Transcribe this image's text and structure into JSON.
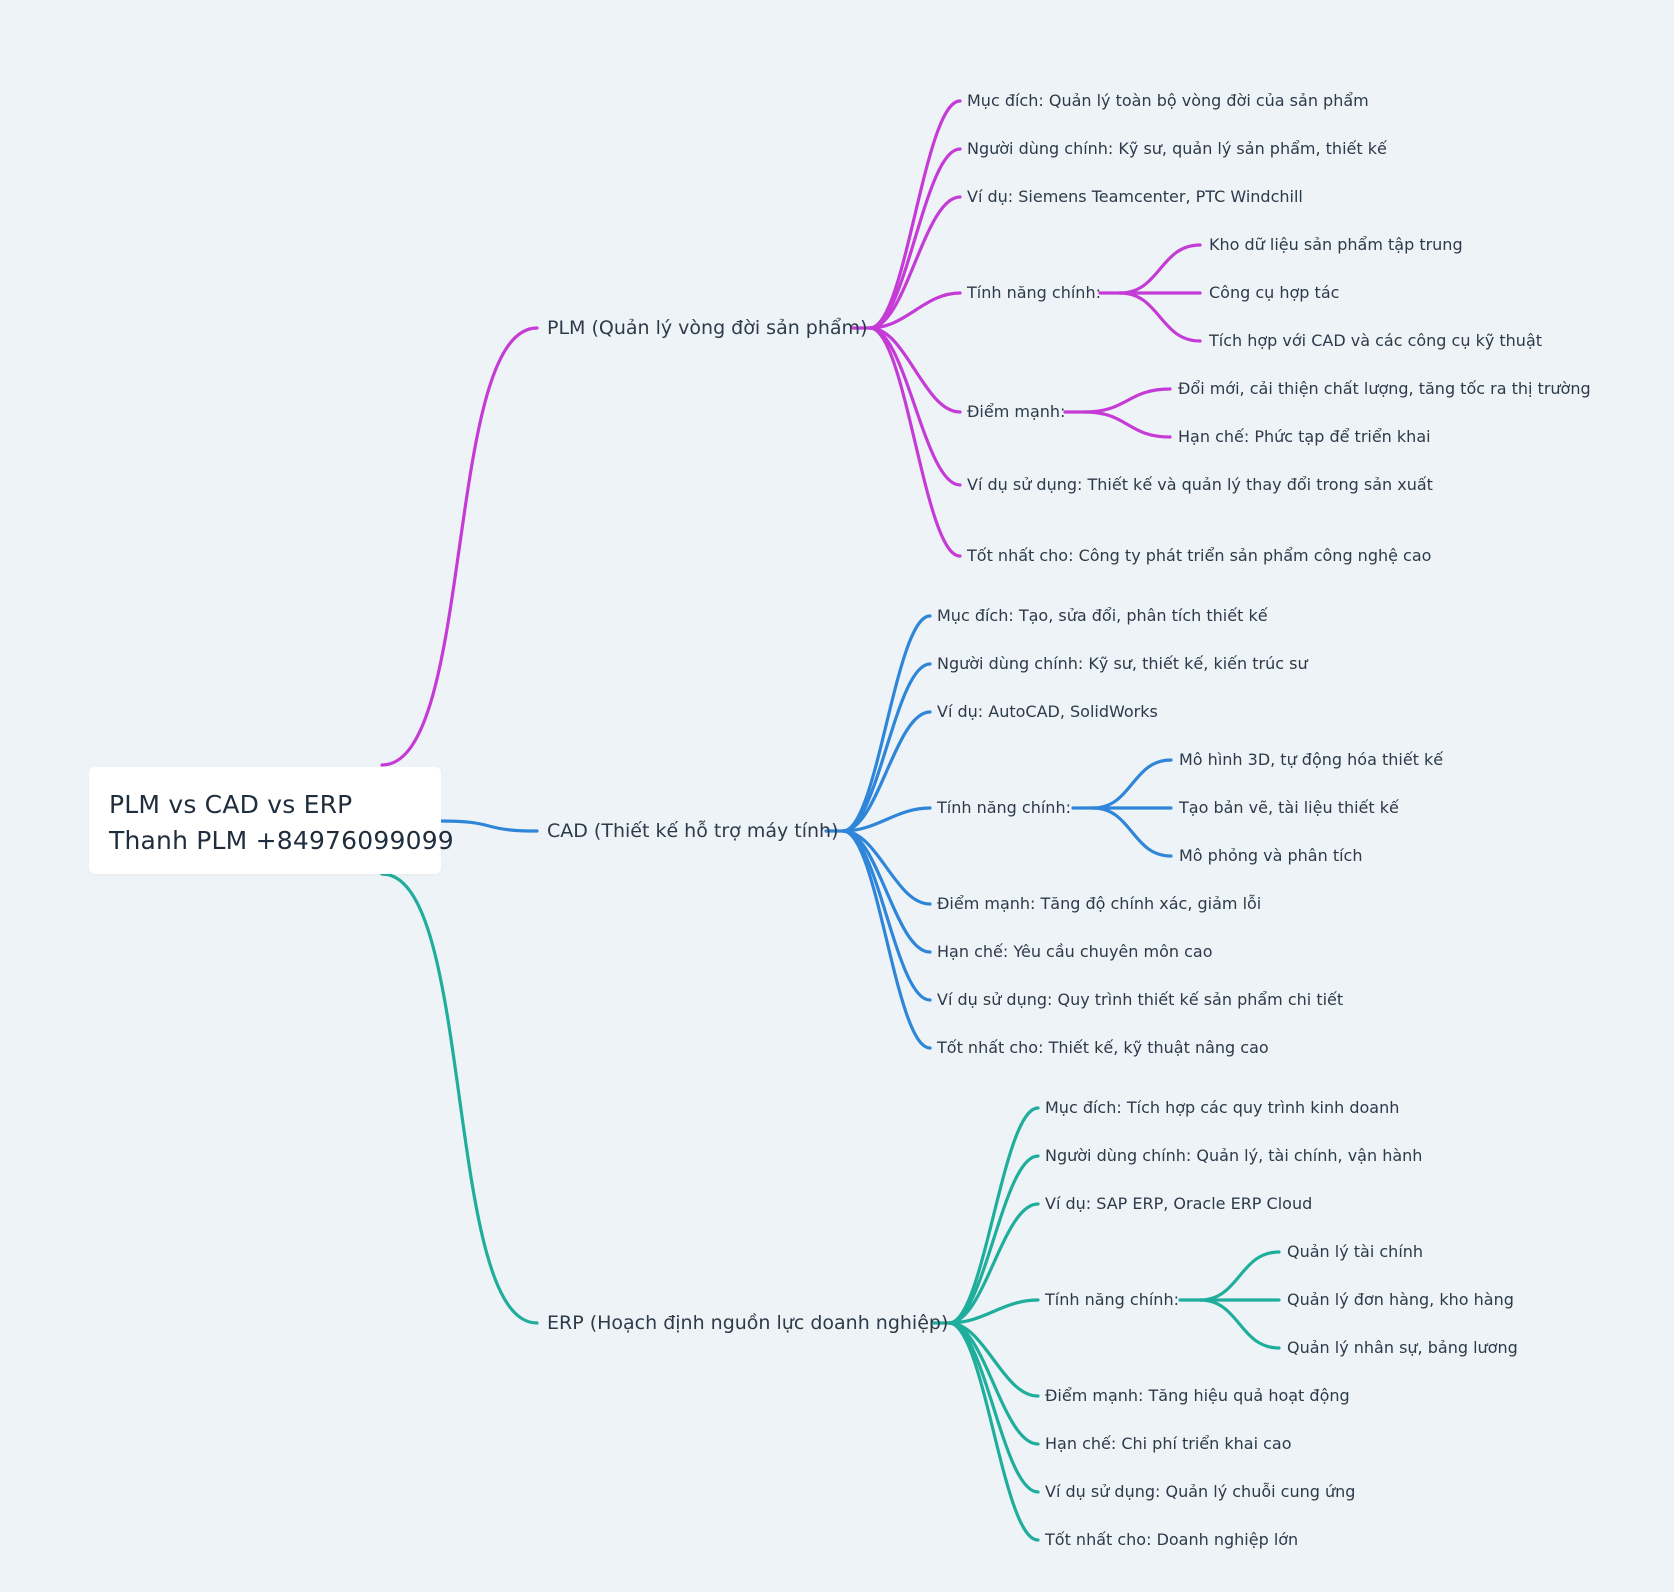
{
  "root": {
    "title": "PLM vs CAD vs ERP",
    "subtitle": "Thanh PLM +84976099099"
  },
  "colors": {
    "plm": "#c43bd6",
    "cad": "#2f86d9",
    "erp": "#1fae9c",
    "background": "#eef3f7"
  },
  "branches": [
    {
      "label": "PLM (Quản lý vòng đời sản phẩm)",
      "children": [
        {
          "label": "Mục đích: Quản lý toàn bộ vòng đời của sản phẩm"
        },
        {
          "label": "Người dùng chính: Kỹ sư, quản lý sản phẩm, thiết kế"
        },
        {
          "label": "Ví dụ: Siemens Teamcenter, PTC Windchill"
        },
        {
          "label": "Tính năng chính:",
          "children": [
            {
              "label": "Kho dữ liệu sản phẩm tập trung"
            },
            {
              "label": "Công cụ hợp tác"
            },
            {
              "label": "Tích hợp với CAD và các công cụ kỹ thuật"
            }
          ]
        },
        {
          "label": "Điểm mạnh:",
          "children": [
            {
              "label": "Đổi mới, cải thiện chất lượng, tăng tốc ra thị trường"
            },
            {
              "label": "Hạn chế: Phức tạp để triển khai"
            }
          ]
        },
        {
          "label": "Ví dụ sử dụng: Thiết kế và quản lý thay đổi trong sản xuất"
        },
        {
          "label": "Tốt nhất cho: Công ty phát triển sản phẩm công nghệ cao"
        }
      ]
    },
    {
      "label": "CAD (Thiết kế hỗ trợ máy tính)",
      "children": [
        {
          "label": "Mục đích: Tạo, sửa đổi, phân tích thiết kế"
        },
        {
          "label": "Người dùng chính: Kỹ sư, thiết kế, kiến trúc sư"
        },
        {
          "label": "Ví dụ: AutoCAD, SolidWorks"
        },
        {
          "label": "Tính năng chính:",
          "children": [
            {
              "label": "Mô hình 3D, tự động hóa thiết kế"
            },
            {
              "label": "Tạo bản vẽ, tài liệu thiết kế"
            },
            {
              "label": "Mô phỏng và phân tích"
            }
          ]
        },
        {
          "label": "Điểm mạnh: Tăng độ chính xác, giảm lỗi"
        },
        {
          "label": "Hạn chế: Yêu cầu chuyên môn cao"
        },
        {
          "label": "Ví dụ sử dụng: Quy trình thiết kế sản phẩm chi tiết"
        },
        {
          "label": "Tốt nhất cho: Thiết kế, kỹ thuật nâng cao"
        }
      ]
    },
    {
      "label": "ERP (Hoạch định nguồn lực doanh nghiệp)",
      "children": [
        {
          "label": "Mục đích: Tích hợp các quy trình kinh doanh"
        },
        {
          "label": "Người dùng chính: Quản lý, tài chính, vận hành"
        },
        {
          "label": "Ví dụ: SAP ERP, Oracle ERP Cloud"
        },
        {
          "label": "Tính năng chính:",
          "children": [
            {
              "label": "Quản lý tài chính"
            },
            {
              "label": "Quản lý đơn hàng, kho hàng"
            },
            {
              "label": "Quản lý nhân sự, bảng lương"
            }
          ]
        },
        {
          "label": "Điểm mạnh: Tăng hiệu quả hoạt động"
        },
        {
          "label": "Hạn chế: Chi phí triển khai cao"
        },
        {
          "label": "Ví dụ sử dụng: Quản lý chuỗi cung ứng"
        },
        {
          "label": "Tốt nhất cho: Doanh nghiệp lớn"
        }
      ]
    }
  ]
}
